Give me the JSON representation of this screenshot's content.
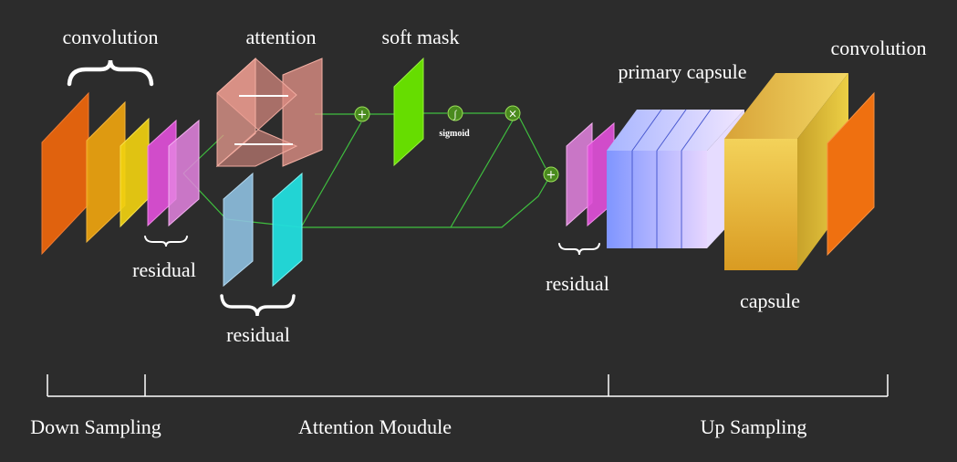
{
  "labels": {
    "convolution_left": "convolution",
    "attention": "attention",
    "soft_mask": "soft mask",
    "primary_capsule": "primary capsule",
    "convolution_right": "convolution",
    "residual_left": "residual",
    "residual_mid": "residual",
    "residual_right": "residual",
    "capsule": "capsule",
    "sigmoid": "sigmoid"
  },
  "operators": {
    "plus": "+",
    "sigmoid": "∫",
    "multiply": "×"
  },
  "sections": [
    {
      "label": "Down Sampling"
    },
    {
      "label": "Attention Moudule"
    },
    {
      "label": "Up Sampling"
    }
  ],
  "colors": {
    "background": "#2c2c2c",
    "connector": "#3fbf3f",
    "node_fill": "#4a8a1e",
    "node_stroke": "#9be05a",
    "soft_mask": "#66dd00",
    "residual_pink": "#e070e0",
    "residual_blue": "#8ec0e0",
    "residual_cyan": "#22dddd",
    "attention": "#e89080",
    "capsule": "#e8c040",
    "primary_capsule": "#9aa8ff",
    "conv_orange": "#e86010"
  }
}
